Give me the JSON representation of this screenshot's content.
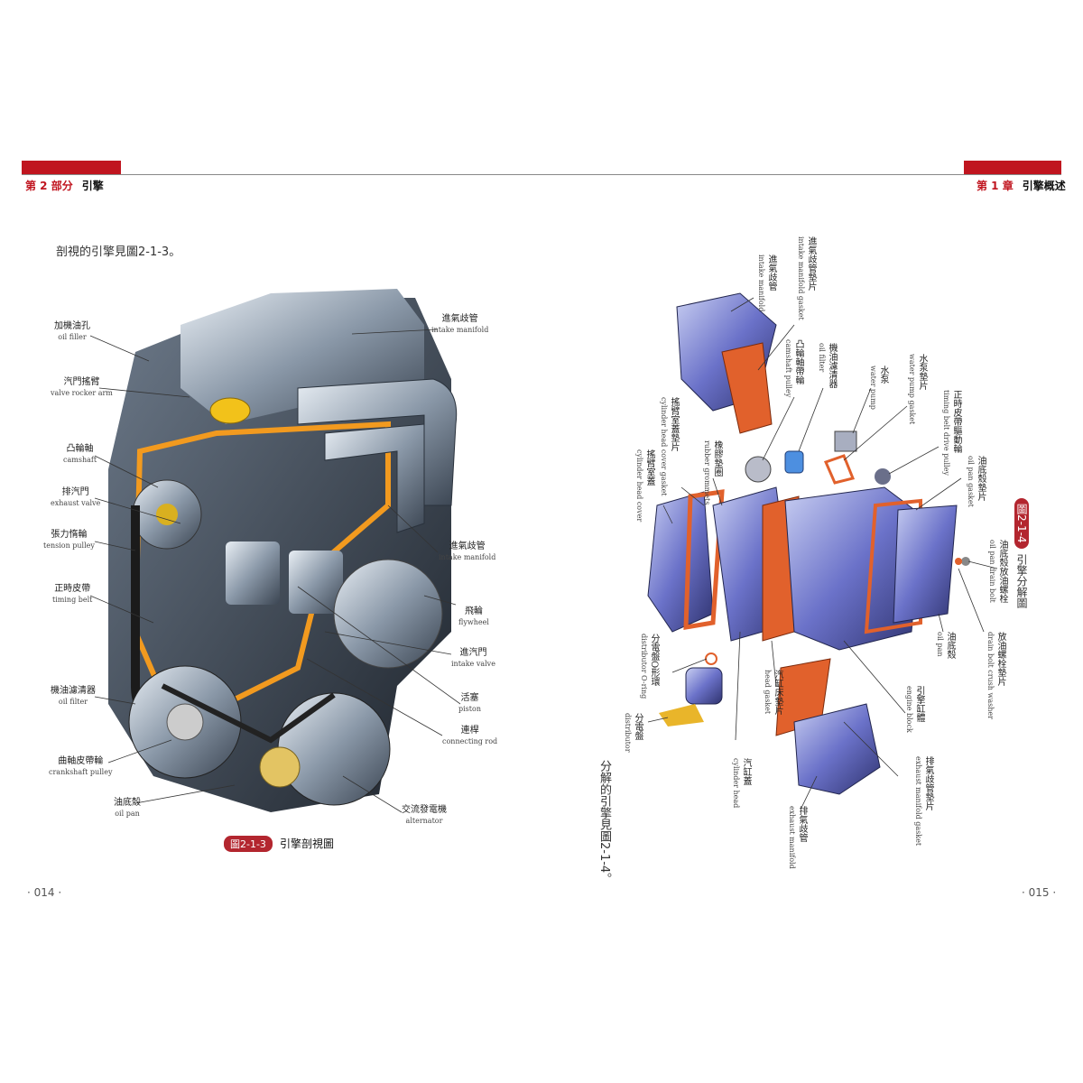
{
  "header": {
    "left_part": "第 2 部分",
    "left_title": "引擎",
    "right_chapter": "第 1 章",
    "right_title": "引擎概述"
  },
  "left_page": {
    "intro": "剖視的引擎見圖2-1-3。",
    "labels": [
      {
        "zh": "加機油孔",
        "en": "oil filler"
      },
      {
        "zh": "汽門搖臂",
        "en": "valve rocker arm"
      },
      {
        "zh": "凸輪軸",
        "en": "camshaft"
      },
      {
        "zh": "排汽門",
        "en": "exhaust valve"
      },
      {
        "zh": "張力惰輪",
        "en": "tension pulley"
      },
      {
        "zh": "正時皮帶",
        "en": "timing belt"
      },
      {
        "zh": "機油濾清器",
        "en": "oil filter"
      },
      {
        "zh": "曲軸皮帶輪",
        "en": "crankshaft pulley"
      },
      {
        "zh": "油底殼",
        "en": "oil pan"
      },
      {
        "zh": "進氣歧管",
        "en": "intake manifold"
      },
      {
        "zh": "進氣歧管",
        "en": "intake manifold"
      },
      {
        "zh": "飛輪",
        "en": "flywheel"
      },
      {
        "zh": "進汽門",
        "en": "intake valve"
      },
      {
        "zh": "活塞",
        "en": "piston"
      },
      {
        "zh": "連桿",
        "en": "connecting rod"
      },
      {
        "zh": "交流發電機",
        "en": "alternator"
      }
    ],
    "figure_badge": "圖2-1-3",
    "figure_title": "引擎剖視圖",
    "page_number": "· 014 ·"
  },
  "right_page": {
    "intro": "分解的引擎見圖2-1-4。",
    "labels": [
      {
        "zh": "進氣歧管",
        "en": "intake manifold"
      },
      {
        "zh": "進氣歧管墊片",
        "en": "intake manifold gasket"
      },
      {
        "zh": "凸輪軸帶輪",
        "en": "camshaft pulley"
      },
      {
        "zh": "機油濾清器",
        "en": "oil filter"
      },
      {
        "zh": "水泵",
        "en": "water pump"
      },
      {
        "zh": "水泵墊片",
        "en": "water pump gasket"
      },
      {
        "zh": "正時皮帶驅動輪",
        "en": "timing belt drive pulley"
      },
      {
        "zh": "油底殼墊片",
        "en": "oil pan gasket"
      },
      {
        "zh": "搖臂室蓋",
        "en": "cylinder head cover"
      },
      {
        "zh": "搖臂室蓋墊片",
        "en": "cylinder head cover gasket"
      },
      {
        "zh": "橡膠墊圈",
        "en": "rubber grommets"
      },
      {
        "zh": "分電盤O形環",
        "en": "distributor O-ring"
      },
      {
        "zh": "分電盤",
        "en": "distributor"
      },
      {
        "zh": "汽缸蓋",
        "en": "cylinder head"
      },
      {
        "zh": "汽缸床墊片",
        "en": "head gasket"
      },
      {
        "zh": "排氣歧管",
        "en": "exhaust manifold"
      },
      {
        "zh": "排氣歧管墊片",
        "en": "exhaust manifold gasket"
      },
      {
        "zh": "引擎缸體",
        "en": "engine block"
      },
      {
        "zh": "油底殼",
        "en": "oil pan"
      },
      {
        "zh": "放油螺栓墊片",
        "en": "drain bolt crush washer"
      },
      {
        "zh": "油底殼放油螺栓",
        "en": "oil pan drain bolt"
      }
    ],
    "figure_badge": "圖2-1-4",
    "figure_title": "引擎分解圖",
    "page_number": "· 015 ·"
  }
}
